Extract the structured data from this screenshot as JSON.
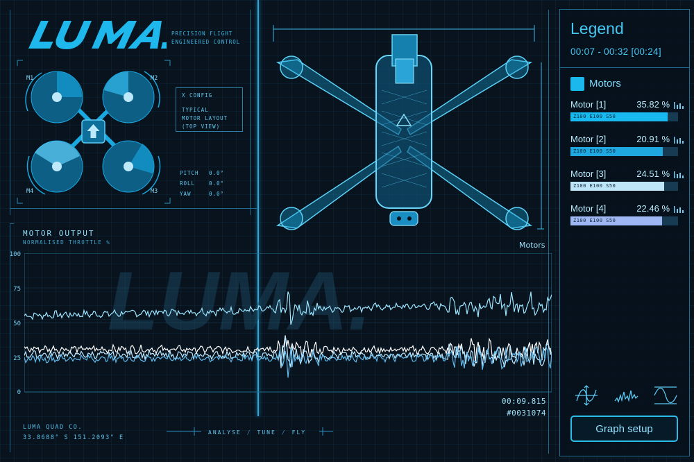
{
  "brand": {
    "logo_text": "LUMA.",
    "tagline": [
      "PRECISION FLIGHT",
      "ENGINEERED CONTROL"
    ]
  },
  "motor_layout": {
    "labels": [
      "M1",
      "M2",
      "M3",
      "M4"
    ],
    "config_title": "X CONFIG",
    "config_desc": [
      "TYPICAL",
      "MOTOR LAYOUT",
      "(TOP VIEW)"
    ],
    "attitude": [
      {
        "name": "PITCH",
        "value": "0.0°"
      },
      {
        "name": "ROLL",
        "value": "0.0°"
      },
      {
        "name": "YAW",
        "value": "0.0°"
      }
    ]
  },
  "chart_header": {
    "title": "MOTOR OUTPUT",
    "subtitle": "NORMALISED THROTTLE %",
    "series_label": "Motors"
  },
  "chart_data": {
    "type": "line",
    "title": "MOTOR OUTPUT",
    "subtitle": "NORMALISED THROTTLE %",
    "xlabel": "",
    "ylabel": "",
    "ylim": [
      0,
      100
    ],
    "yticks": [
      0,
      25,
      50,
      75,
      100
    ],
    "grid": true,
    "series": [
      {
        "label_ref": "Motor [1]",
        "color": "#9fe6ff",
        "base": 55,
        "end": 64
      },
      {
        "label_ref": "Motor [2]",
        "color": "#ffffff",
        "base": 31,
        "end": 30
      },
      {
        "label_ref": "Motor [3]",
        "color": "#bfe9ff",
        "base": 27,
        "end": 26
      },
      {
        "label_ref": "Motor [4]",
        "color": "#62b8e8",
        "base": 24,
        "end": 25
      }
    ]
  },
  "readout": {
    "time": "00:09.815",
    "frame": "#0031074"
  },
  "footer": {
    "company": "LUMA QUAD CO.",
    "coords": "33.8688° S   151.2093° E",
    "modes": [
      "ANALYSE",
      "TUNE",
      "FLY"
    ]
  },
  "legend": {
    "title": "Legend",
    "time_range": "00:07 - 00:32 [00:24]",
    "group": "Motors",
    "group_color": "#1ab8ec",
    "items": [
      {
        "name": "Motor [1]",
        "pct": "35.82 %",
        "fill": 0.9,
        "fill_text": "Z100  E100  S50",
        "color": "#18b9ef"
      },
      {
        "name": "Motor [2]",
        "pct": "20.91 %",
        "fill": 0.86,
        "fill_text": "Z100  E100  S50",
        "color": "#1fa8e0"
      },
      {
        "name": "Motor [3]",
        "pct": "24.51 %",
        "fill": 0.87,
        "fill_text": "Z100  E100  S50",
        "color": "#bde6f8"
      },
      {
        "name": "Motor [4]",
        "pct": "22.46 %",
        "fill": 0.85,
        "fill_text": "Z100  E100  S50",
        "color": "#9fb7f2"
      }
    ],
    "tools": [
      "axis-scale-icon",
      "spectrum-icon",
      "sine-wave-icon"
    ],
    "graph_setup_label": "Graph setup"
  }
}
